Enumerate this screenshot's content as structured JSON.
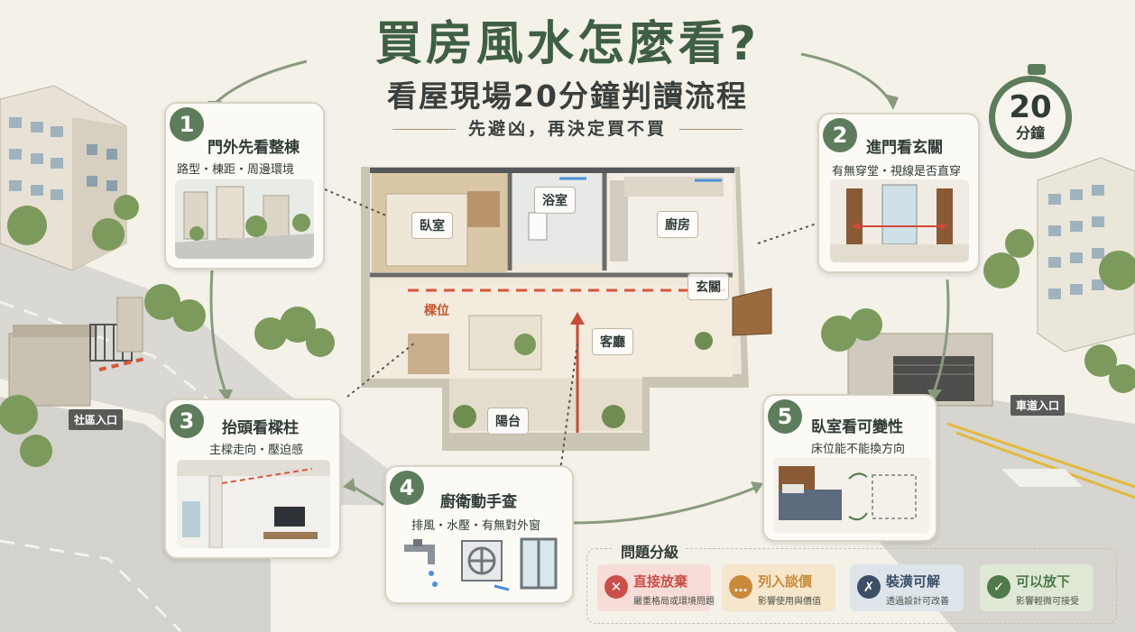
{
  "header": {
    "title": "買房風水怎麼看?",
    "subtitle": "看屋現場20分鐘判讀流程",
    "tagline": "先避凶，再決定買不買"
  },
  "timer": {
    "number": "20",
    "unit": "分鐘"
  },
  "steps": [
    {
      "num": "1",
      "title": "門外先看整棟",
      "desc": "路型・棟距・周邊環境"
    },
    {
      "num": "2",
      "title": "進門看玄關",
      "desc": "有無穿堂・視線是否直穿"
    },
    {
      "num": "3",
      "title": "抬頭看樑柱",
      "desc": "主樑走向・壓迫感"
    },
    {
      "num": "4",
      "title": "廚衛動手查",
      "desc": "排風・水壓・有無對外窗"
    },
    {
      "num": "5",
      "title": "臥室看可變性",
      "desc": "床位能不能換方向"
    }
  ],
  "rooms": {
    "bedroom": "臥室",
    "bathroom": "浴室",
    "kitchen": "廚房",
    "entrance": "玄關",
    "living": "客廳",
    "balcony": "陽台",
    "beam": "樑位"
  },
  "signs": {
    "community": "社區入口",
    "driveway": "車道入口"
  },
  "legend": {
    "title": "問題分級",
    "items": [
      {
        "label": "直接放棄",
        "desc": "嚴重格局或環境問題",
        "icon": "x-icon",
        "color": "#c9504a",
        "bg": "#f7dcd7"
      },
      {
        "label": "列入談價",
        "desc": "影響使用與價值",
        "icon": "speech-icon",
        "color": "#c98a3a",
        "bg": "#f6e6cc"
      },
      {
        "label": "裝潢可解",
        "desc": "透過設計可改善",
        "icon": "tools-icon",
        "color": "#3d4f66",
        "bg": "#dde4ea"
      },
      {
        "label": "可以放下",
        "desc": "影響輕微可接受",
        "icon": "check-icon",
        "color": "#4f7a4a",
        "bg": "#dfe8d5"
      }
    ]
  }
}
